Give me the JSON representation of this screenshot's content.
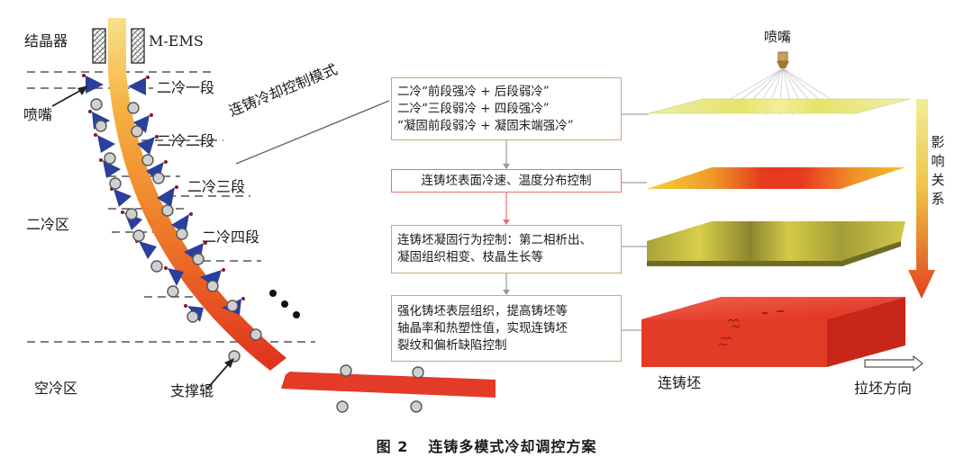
{
  "caption": {
    "number": "图 2",
    "title": "连铸多模式冷却调控方案"
  },
  "labels": {
    "mold": "结晶器",
    "mems": "M-EMS",
    "nozzle_left": "喷嘴",
    "zone1": "二冷一段",
    "zone2": "二冷二段",
    "zone3": "二冷三段",
    "zone4": "二冷四段",
    "secondary_zone": "二冷区",
    "air_zone": "空冷区",
    "support_roll": "支撑辊",
    "mode_label": "连铸冷却控制模式",
    "nozzle_right": "喷嘴",
    "influence": "影响关系",
    "slab": "连铸坯",
    "cast_direction": "拉坯方向"
  },
  "boxes": [
    {
      "lines": [
        "二冷“前段强冷 + 后段弱冷”",
        "二冷“三段弱冷 + 四段强冷”",
        "“凝固前段弱冷 + 凝固末端强冷”"
      ],
      "color": "#c9a777"
    },
    {
      "lines": [
        "连铸坯表面冷速、温度分布控制"
      ],
      "color": "#e87272"
    },
    {
      "lines": [
        "连铸坯凝固行为控制：第二相析出、",
        "凝固组织相变、枝晶生长等"
      ],
      "color": "#c9a777"
    },
    {
      "lines": [
        "强化铸坯表层组织，提高铸坯等",
        "轴晶率和热塑性值，实现连铸坯",
        "裂纹和偏析缺陷控制"
      ],
      "color": "#c9a777"
    }
  ],
  "colors": {
    "strand_top": "#f6c24a",
    "strand_bottom": "#e0301e",
    "nozzle": "#2a3f9a",
    "box_border": "#c9a777",
    "box_border_red": "#e87272",
    "arrow": "#e3421e"
  }
}
